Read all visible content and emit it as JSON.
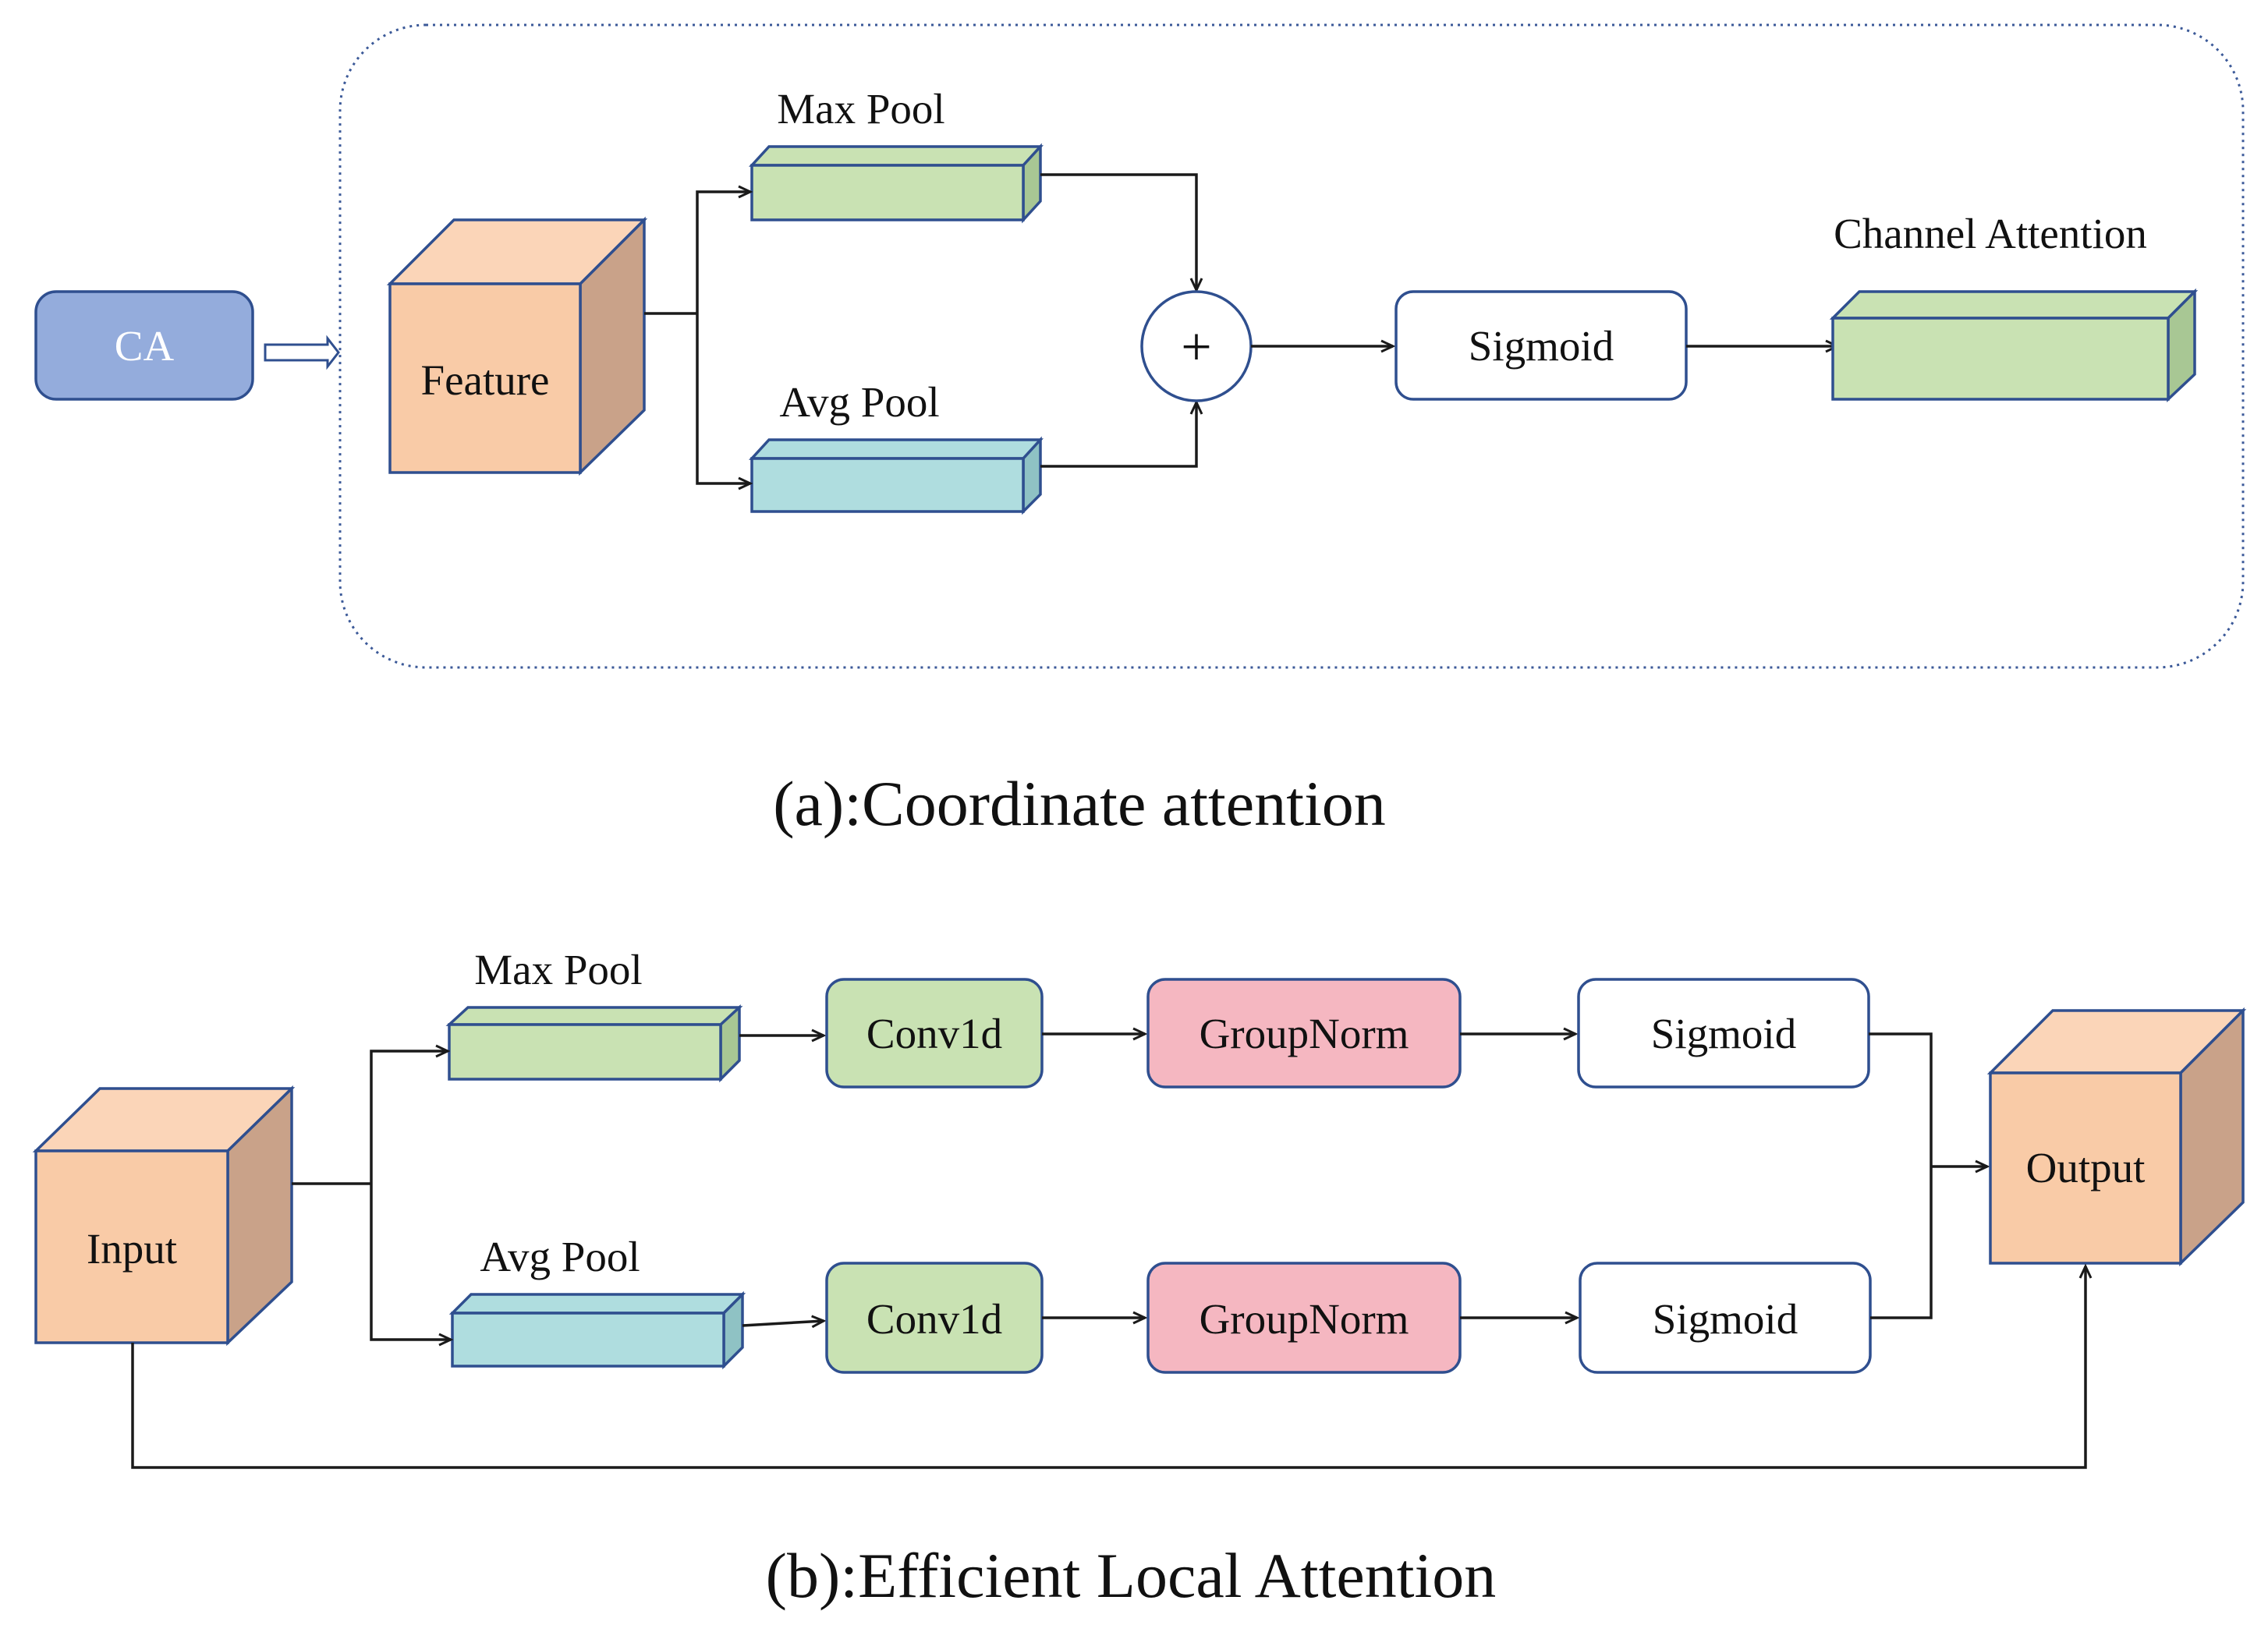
{
  "colors": {
    "ca_box": "#94acdc",
    "feature_front": "#f9cba7",
    "feature_top": "#fbd5b8",
    "feature_side": "#c9a289",
    "maxpool_bar": "#c9e2b3",
    "avgpool_bar": "#afdddf",
    "conv": "#c9e2b3",
    "groupnorm": "#f5b7c1",
    "sigmoid": "#ffffff",
    "outline": "#2f4f8f"
  },
  "panel_a": {
    "ca_label": "CA",
    "feature_label": "Feature",
    "maxpool_label": "Max Pool",
    "avgpool_label": "Avg Pool",
    "plus_symbol": "+",
    "sigmoid_label": "Sigmoid",
    "channel_attention_label": "Channel Attention",
    "caption": "(a):Coordinate attention"
  },
  "panel_b": {
    "input_label": "Input",
    "maxpool_label": "Max Pool",
    "avgpool_label": "Avg Pool",
    "conv_top_label": "Conv1d",
    "conv_bottom_label": "Conv1d",
    "groupnorm_top_label": "GroupNorm",
    "groupnorm_bottom_label": "GroupNorm",
    "sigmoid_top_label": "Sigmoid",
    "sigmoid_bottom_label": "Sigmoid",
    "output_label": "Output",
    "caption": "(b):Efficient Local Attention"
  }
}
